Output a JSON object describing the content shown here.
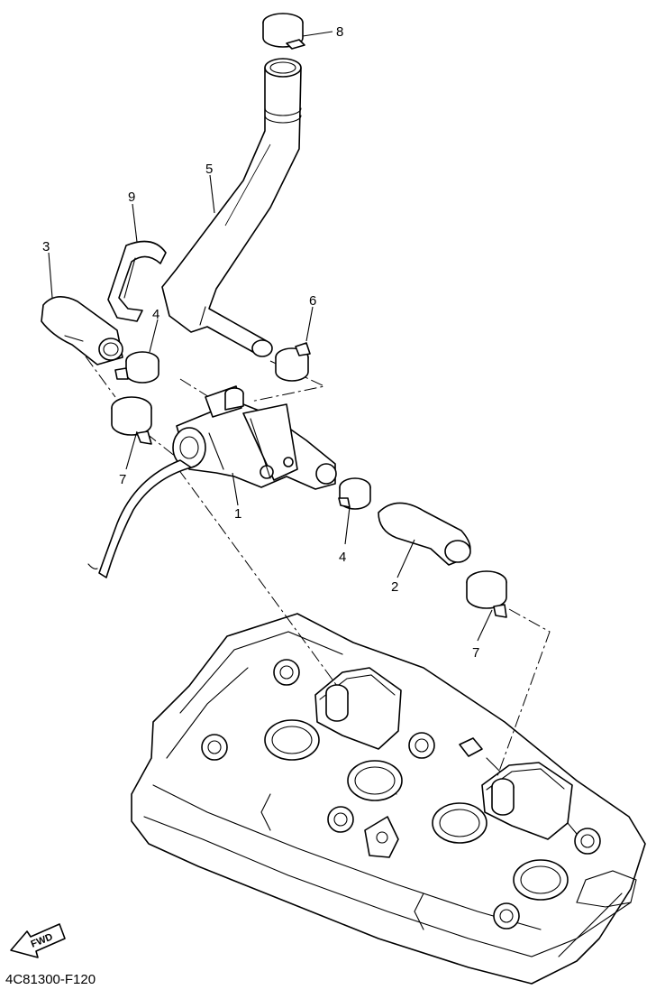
{
  "diagram": {
    "figure_code": "4C81300-F120",
    "fwd_label": "FWD",
    "callouts": {
      "c1": "1",
      "c2": "2",
      "c3": "3",
      "c4a": "4",
      "c4b": "4",
      "c5": "5",
      "c6": "6",
      "c7a": "7",
      "c7b": "7",
      "c8": "8",
      "c9": "9"
    }
  }
}
